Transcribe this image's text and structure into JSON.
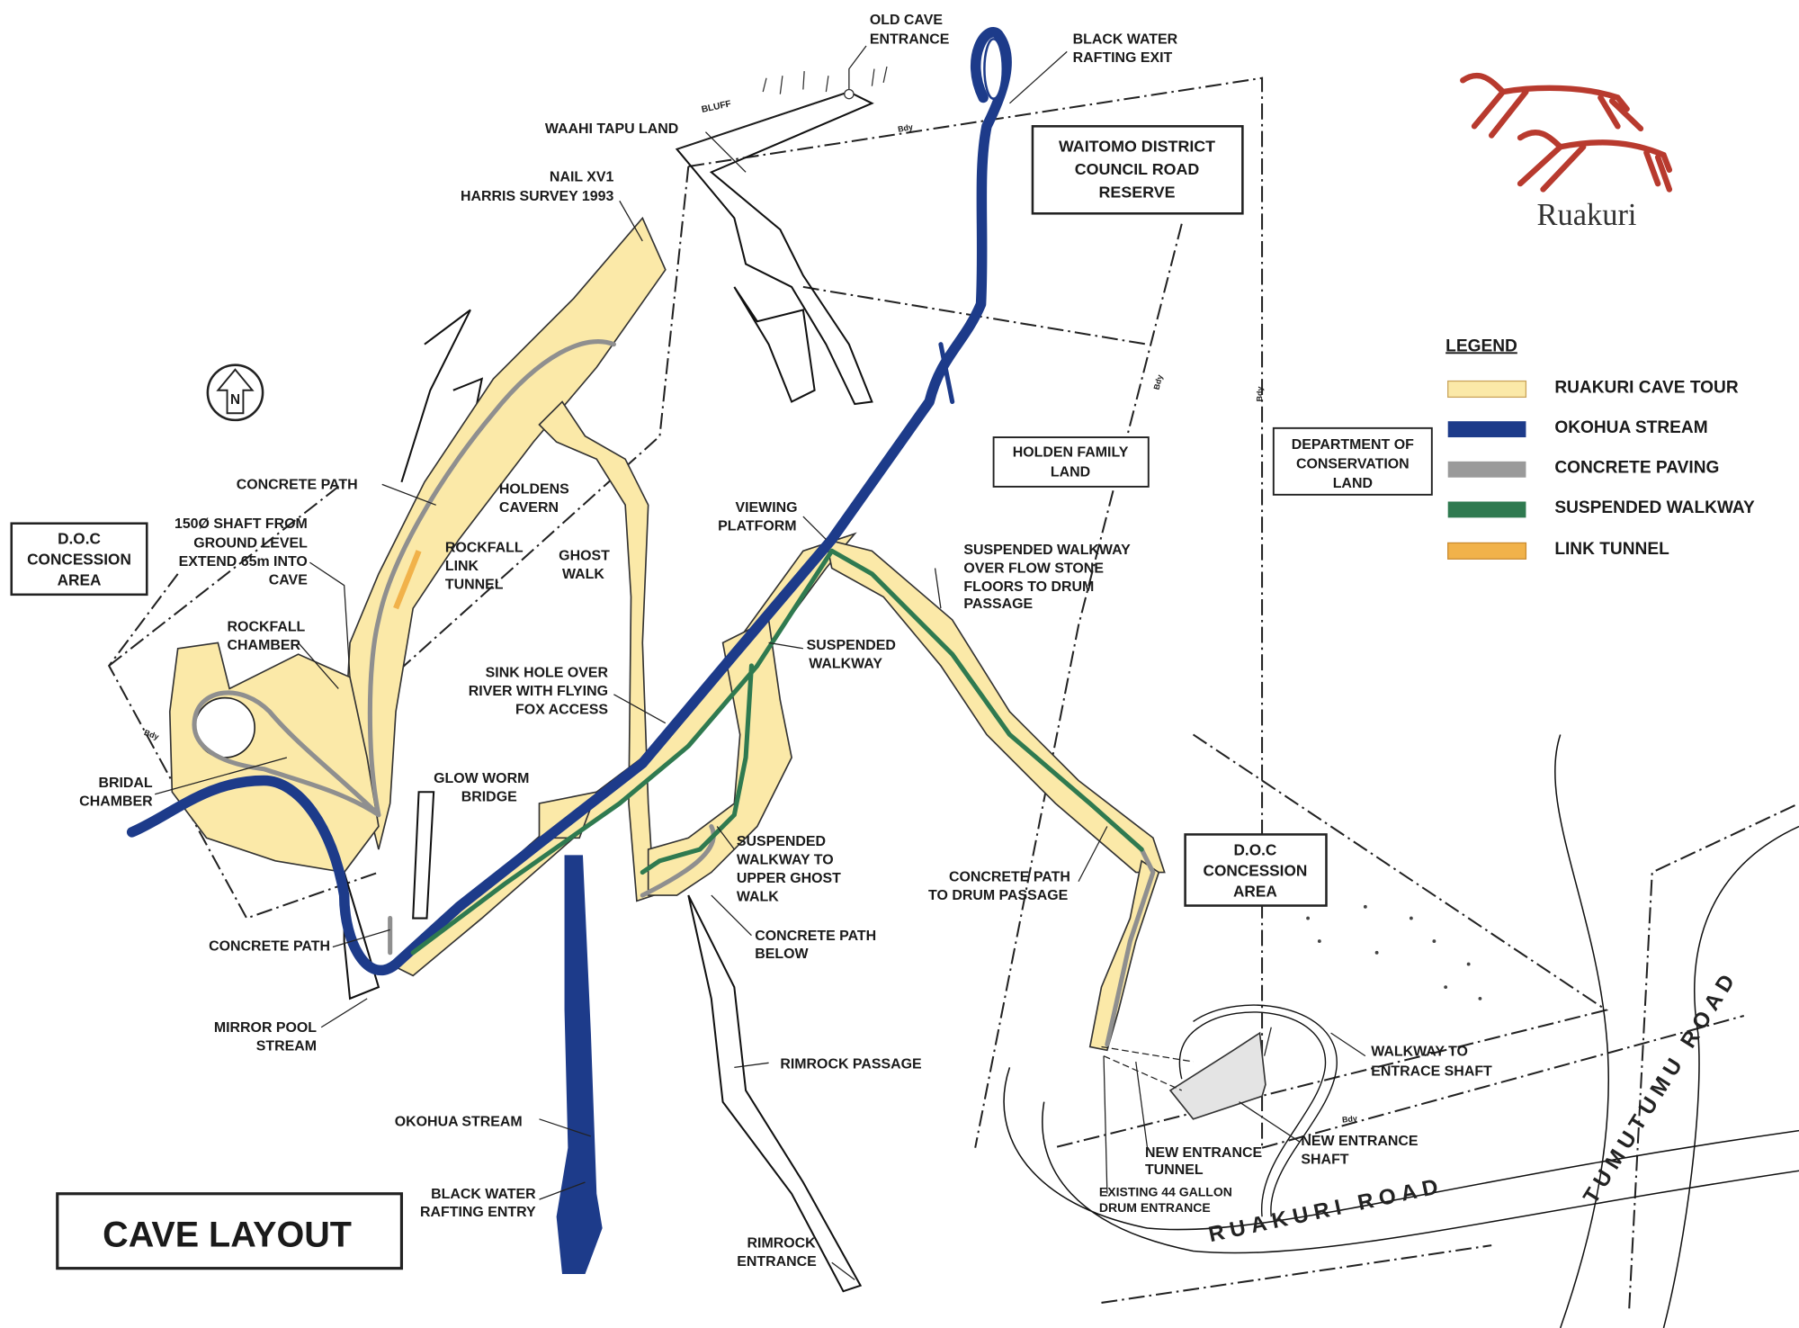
{
  "title": "CAVE LAYOUT",
  "logo": {
    "text": "Ruakuri",
    "color": "#b83a2e"
  },
  "north_arrow": "N",
  "legend": {
    "heading": "LEGEND",
    "items": [
      {
        "label": "RUAKURI CAVE TOUR",
        "color": "#fbe9a8"
      },
      {
        "label": "OKOHUA STREAM",
        "color": "#1d3b8a"
      },
      {
        "label": "CONCRETE PAVING",
        "color": "#9a9a9a"
      },
      {
        "label": "SUSPENDED WALKWAY",
        "color": "#2f7a50"
      },
      {
        "label": "LINK TUNNEL",
        "color": "#f1b24a"
      }
    ]
  },
  "boxes": {
    "waitomo": [
      "WAITOMO DISTRICT",
      "COUNCIL ROAD",
      "RESERVE"
    ],
    "holden": [
      "HOLDEN FAMILY",
      "LAND"
    ],
    "doc_land": [
      "DEPARTMENT OF",
      "CONSERVATION",
      "LAND"
    ],
    "doc_west": [
      "D.O.C",
      "CONCESSION",
      "AREA"
    ],
    "doc_east": [
      "D.O.C",
      "CONCESSION",
      "AREA"
    ]
  },
  "labels": {
    "old_cave_entrance": [
      "OLD CAVE",
      "ENTRANCE"
    ],
    "bluff": "BLUFF",
    "bw_exit": [
      "BLACK WATER",
      "RAFTING EXIT"
    ],
    "waahi_tapu": "WAAHI TAPU LAND",
    "nail": [
      "NAIL XV1",
      "HARRIS SURVEY 1993"
    ],
    "concrete_path_top": "CONCRETE PATH",
    "holdens_cavern": [
      "HOLDENS",
      "CAVERN"
    ],
    "shaft": [
      "150Ø SHAFT FROM",
      "GROUND LEVEL",
      "EXTEND 65m INTO",
      "CAVE"
    ],
    "rockfall_link": [
      "ROCKFALL",
      "LINK",
      "TUNNEL"
    ],
    "ghost_walk": [
      "GHOST",
      "WALK"
    ],
    "viewing_platform": [
      "VIEWING",
      "PLATFORM"
    ],
    "suspended_drum": [
      "SUSPENDED WALKWAY",
      "OVER FLOW STONE",
      "FLOORS TO DRUM",
      "PASSAGE"
    ],
    "rockfall_chamber": [
      "ROCKFALL",
      "CHAMBER"
    ],
    "suspended_walkway": [
      "SUSPENDED",
      "WALKWAY"
    ],
    "sink_hole": [
      "SINK HOLE OVER",
      "RIVER WITH FLYING",
      "FOX ACCESS"
    ],
    "bridal_chamber": [
      "BRIDAL",
      "CHAMBER"
    ],
    "glow_worm": [
      "GLOW WORM",
      "BRIDGE"
    ],
    "suspended_ghost": [
      "SUSPENDED",
      "WALKWAY TO",
      "UPPER GHOST",
      "WALK"
    ],
    "concrete_drum": [
      "CONCRETE PATH",
      "TO DRUM PASSAGE"
    ],
    "concrete_path_west": "CONCRETE PATH",
    "concrete_below": [
      "CONCRETE PATH",
      "BELOW"
    ],
    "mirror_pool": [
      "MIRROR POOL",
      "STREAM"
    ],
    "rimrock_passage": "RIMROCK PASSAGE",
    "walkway_shaft": [
      "WALKWAY TO",
      "ENTRACE SHAFT"
    ],
    "okohua_stream": "OKOHUA  STREAM",
    "new_tunnel": [
      "NEW ENTRANCE",
      "TUNNEL"
    ],
    "new_shaft": [
      "NEW ENTRANCE",
      "SHAFT"
    ],
    "drum_entrance": [
      "EXISTING 44 GALLON",
      "DRUM ENTRANCE"
    ],
    "bw_entry": [
      "BLACK WATER",
      "RAFTING ENTRY"
    ],
    "rimrock_entrance": [
      "RIMROCK",
      "ENTRANCE"
    ],
    "bdy": "Bdy"
  },
  "roads": {
    "ruakuri": "RUAKURI  ROAD",
    "tumutumu": "TUMUTUMU ROAD"
  }
}
